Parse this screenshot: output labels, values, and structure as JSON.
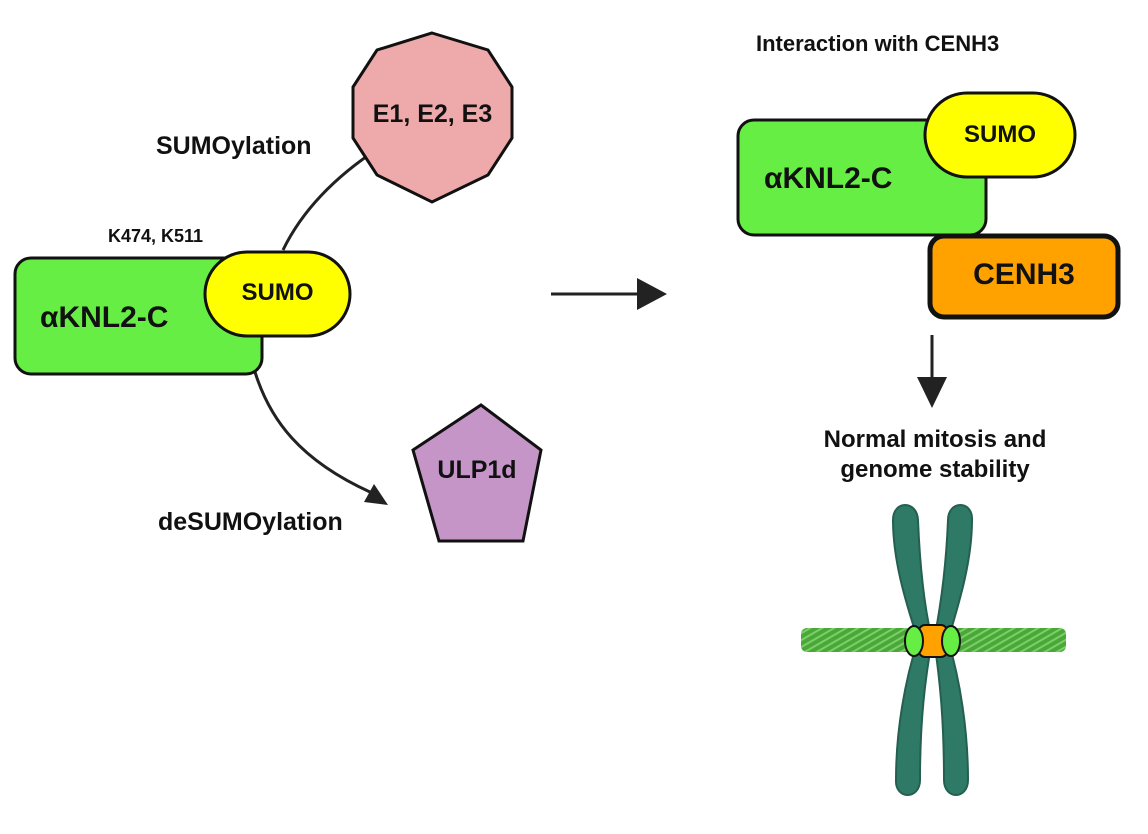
{
  "colors": {
    "knl2": "#66ee44",
    "sumo": "#ffff00",
    "e_enzymes": "#eeaaaa",
    "ulp1d": "#c595c8",
    "cenh3": "#ffa200",
    "chromosome": "#2e7a66",
    "chromosome_dark": "#245f50",
    "microtubule": "#4aa83a",
    "outline": "#111111"
  },
  "left": {
    "sumoylation_label": "SUMOylation",
    "enzymes_label": "E1, E2, E3",
    "sites_label": "K474, K511",
    "protein_label": "αKNL2-C",
    "sumo_label": "SUMO",
    "desumoylation_label": "deSUMOylation",
    "protease_label": "ULP1d"
  },
  "right": {
    "title": "Interaction with CENH3",
    "protein_label": "αKNL2-C",
    "sumo_label": "SUMO",
    "cenh3_label": "CENH3",
    "outcome_line1": "Normal mitosis and",
    "outcome_line2": "genome stability"
  }
}
